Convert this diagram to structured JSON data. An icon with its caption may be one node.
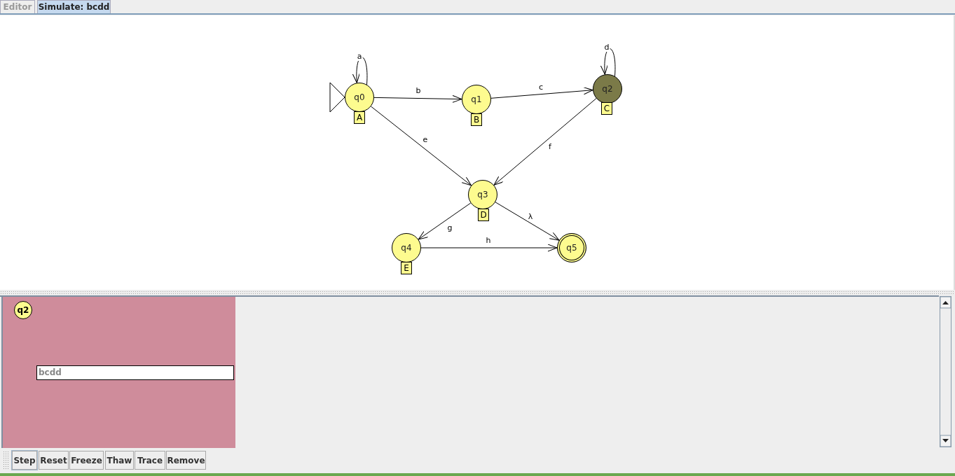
{
  "diagram": {
    "nodes": [
      {
        "text": [
          "q0"
        ],
        "beside": [
          "A"
        ]
      },
      {
        "text": [
          "q1"
        ],
        "beside": [
          "B"
        ]
      },
      {
        "text": [
          "q2"
        ],
        "beside": [
          "C"
        ]
      },
      {
        "text": [
          "q3"
        ],
        "beside": [
          "D"
        ]
      },
      {
        "text": [
          "q4"
        ],
        "beside": [
          "E"
        ]
      },
      {
        "text": [
          "q5"
        ]
      },
      {
        "text": [],
        "shape": "box"
      },
      {
        "text": [
          "q2"
        ],
        "in": 6
      },
      {
        "text": [
          "bcdd"
        ],
        "in": 6
      }
    ],
    "edges": [
      {
        "from": null,
        "to": 0,
        "arrow": "to"
      },
      {
        "from": 0,
        "to": 0,
        "label": "a",
        "arrow": "to"
      },
      {
        "from": 0,
        "to": 1,
        "label": "b",
        "arrow": "to"
      },
      {
        "from": 1,
        "to": 2,
        "label": "c",
        "arrow": "to"
      },
      {
        "from": 2,
        "to": 2,
        "label": "d",
        "arrow": "to"
      },
      {
        "from": 0,
        "to": 3,
        "label": "e",
        "arrow": "to"
      },
      {
        "from": 2,
        "to": 3,
        "label": "f",
        "arrow": "to"
      },
      {
        "from": 3,
        "to": 4,
        "label": "g",
        "arrow": "to"
      },
      {
        "from": 3,
        "to": 5,
        "label": "λ",
        "arrow": "to"
      },
      {
        "from": 4,
        "to": 5,
        "label": "h",
        "arrow": "to"
      }
    ],
    "labels": [
      "Editor",
      "Simulate: bcdd",
      "Step",
      "Reset",
      "Freeze",
      "Thaw",
      "Trace",
      "Remove"
    ]
  }
}
